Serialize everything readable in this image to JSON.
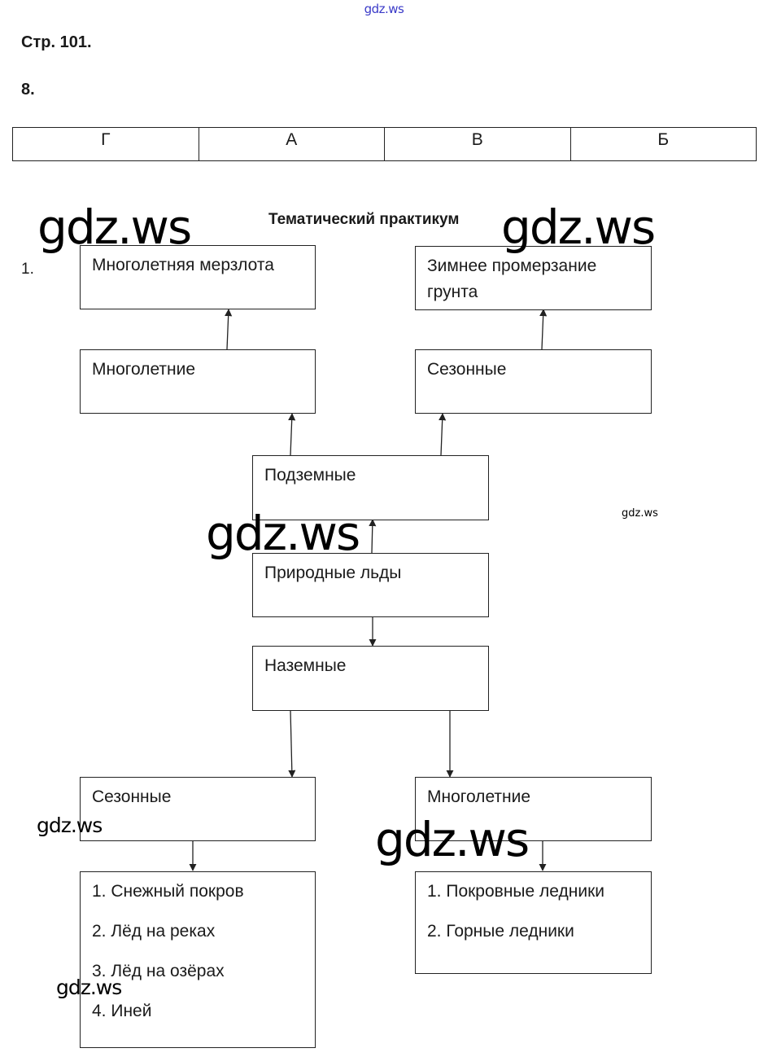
{
  "watermark_top": "gdz.ws",
  "page_label": "Стр. 101.",
  "task_number": "8.",
  "answer_table": [
    "Г",
    "А",
    "В",
    "Б"
  ],
  "section_title": "Тематический практикум",
  "item_number": "1.",
  "diagram": {
    "root": {
      "label": "Природные льды"
    },
    "underground": {
      "label": "Подземные"
    },
    "underground_perennial": {
      "label": "Многолетние"
    },
    "underground_seasonal": {
      "label": "Сезонные"
    },
    "permafrost": {
      "label": "Многолетняя мерзлота"
    },
    "winter_freezing": {
      "label_line1": "Зимнее промерзание",
      "label_line2": "грунта"
    },
    "surface": {
      "label": "Наземные"
    },
    "surface_seasonal": {
      "label": "Сезонные"
    },
    "surface_perennial": {
      "label": "Многолетние"
    },
    "seasonal_examples": [
      "1. Снежный покров",
      "2. Лёд на реках",
      "3. Лёд на озёрах",
      "4. Иней"
    ],
    "perennial_examples": [
      "1. Покровные ледники",
      "2. Горные ледники"
    ]
  },
  "watermarks": [
    "gdz.ws",
    "gdz.ws",
    "gdz.ws",
    "gdz.ws",
    "gdz.ws",
    "gdz.ws",
    "gdz.ws"
  ]
}
